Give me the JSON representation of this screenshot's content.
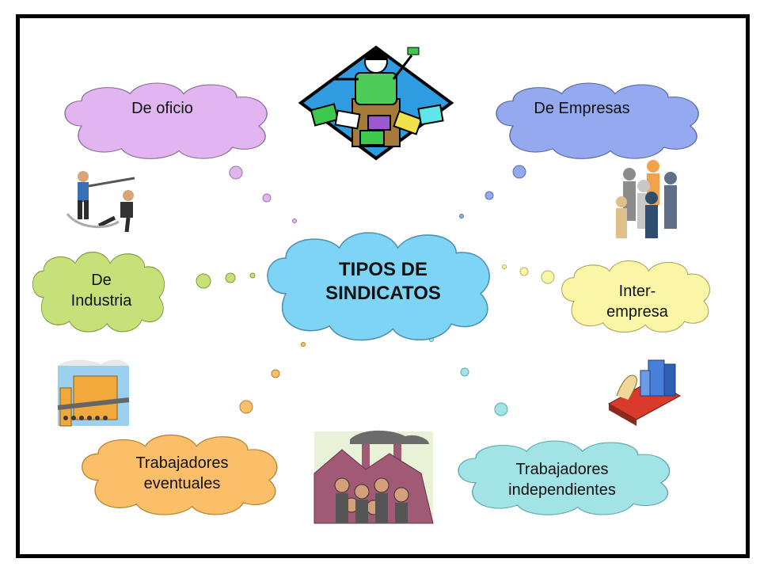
{
  "center": {
    "line1": "TIPOS DE",
    "line2": "SINDICATOS"
  },
  "nodes": {
    "oficio": {
      "label": "De oficio"
    },
    "empresas": {
      "label": "De Empresas"
    },
    "industria": {
      "line1": "De",
      "line2": "Industria"
    },
    "interempresa": {
      "line1": "Inter-",
      "line2": "empresa"
    },
    "eventuales": {
      "line1": "Trabajadores",
      "line2": "eventuales"
    },
    "independientes": {
      "line1": "Trabajadores",
      "line2": "independientes"
    }
  },
  "colors": {
    "oficio": "#e3b5f0",
    "empresas": "#94a9ef",
    "industria": "#c6e07a",
    "interempresa": "#fbf6a6",
    "eventuales": "#fbbf6a",
    "independientes": "#a2e3e5",
    "center": "#7dd4f5"
  },
  "illustrations": [
    "speaker-with-papers-icon",
    "handshake-men-icon",
    "crowd-silhouettes-icon",
    "factory-workers-icon",
    "buildings-map-icon",
    "protest-workers-icon"
  ]
}
